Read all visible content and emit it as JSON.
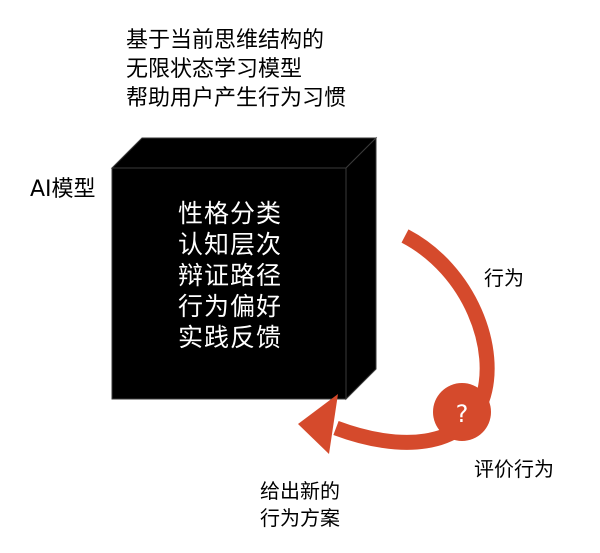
{
  "caption": {
    "line1": "基于当前思维结构的",
    "line2": "无限状态学习模型",
    "line3": "帮助用户产生行为习惯"
  },
  "model_label": "AI模型",
  "cube": {
    "lines": [
      "性格分类",
      "认知层次",
      "辩证路径",
      "行为偏好",
      "实践反馈"
    ]
  },
  "cycle": {
    "behavior": "行为",
    "evaluate": "评价行为",
    "evaluate_symbol": "?",
    "new_plan_line1": "给出新的",
    "new_plan_line2": "行为方案"
  },
  "colors": {
    "cube": "#000000",
    "arrow": "#d54a2c",
    "text": "#000000",
    "cube_text": "#ffffff"
  }
}
